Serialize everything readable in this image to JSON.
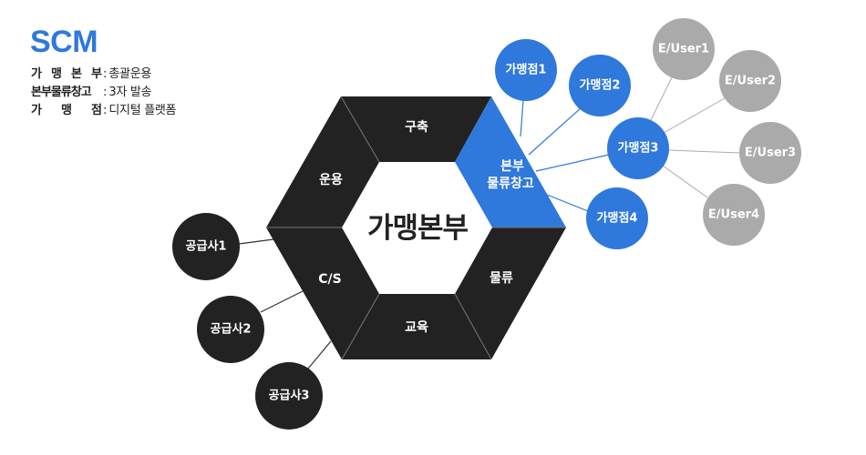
{
  "header": {
    "title": "SCM"
  },
  "legend": [
    {
      "key_chars": [
        "가",
        "맹",
        "본",
        "부"
      ],
      "value": "총괄운용"
    },
    {
      "key_chars": [
        "본부물류창고"
      ],
      "value": "3자 발송"
    },
    {
      "key_chars": [
        "가",
        "맹",
        "점"
      ],
      "value": "디지털 플랫폼"
    }
  ],
  "legend_separator": ":",
  "hexagon": {
    "center_label": "가맹본부",
    "segments": [
      {
        "label": "구축",
        "highlight": false
      },
      {
        "label_lines": [
          "본부",
          "물류창고"
        ],
        "highlight": true
      },
      {
        "label": "물류",
        "highlight": false
      },
      {
        "label": "교육",
        "highlight": false
      },
      {
        "label": "C/S",
        "highlight": false
      },
      {
        "label": "운용",
        "highlight": false
      }
    ]
  },
  "franchises": [
    {
      "label": "가맹점1"
    },
    {
      "label": "가맹점2"
    },
    {
      "label": "가맹점3"
    },
    {
      "label": "가맹점4"
    }
  ],
  "end_users": [
    {
      "label": "E/User1"
    },
    {
      "label": "E/User2"
    },
    {
      "label": "E/User3"
    },
    {
      "label": "E/User4"
    }
  ],
  "suppliers": [
    {
      "label": "공급사1"
    },
    {
      "label": "공급사2"
    },
    {
      "label": "공급사3"
    }
  ],
  "colors": {
    "accent": "#2f78dc",
    "dark": "#222222",
    "gray": "#aaaaaa",
    "divider": "#777777"
  }
}
